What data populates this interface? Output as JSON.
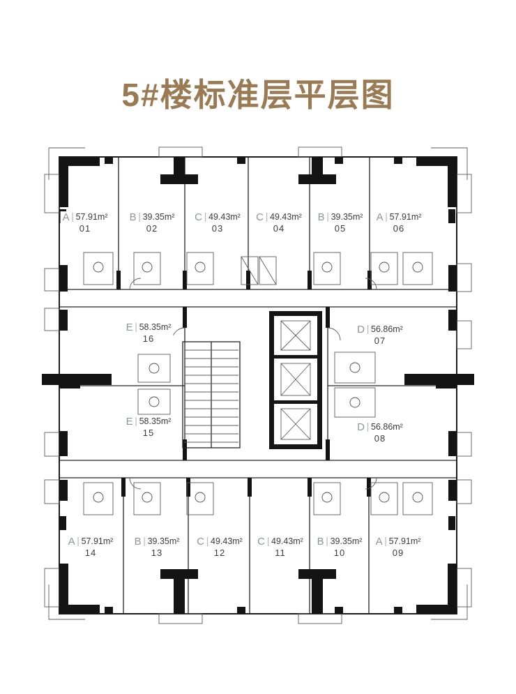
{
  "title": "5#楼标准层平层图",
  "colors": {
    "title": "#9a7a52",
    "wall": "#141414",
    "label_letter": "#8d949b",
    "label_text": "#3b3b3b"
  },
  "units": [
    {
      "no": "01",
      "type": "A",
      "area": "57.91m²"
    },
    {
      "no": "02",
      "type": "B",
      "area": "39.35m²"
    },
    {
      "no": "03",
      "type": "C",
      "area": "49.43m²"
    },
    {
      "no": "04",
      "type": "C",
      "area": "49.43m²"
    },
    {
      "no": "05",
      "type": "B",
      "area": "39.35m²"
    },
    {
      "no": "06",
      "type": "A",
      "area": "57.91m²"
    },
    {
      "no": "07",
      "type": "D",
      "area": "56.86m²"
    },
    {
      "no": "08",
      "type": "D",
      "area": "56.86m²"
    },
    {
      "no": "09",
      "type": "A",
      "area": "57.91m²"
    },
    {
      "no": "10",
      "type": "B",
      "area": "39.35m²"
    },
    {
      "no": "11",
      "type": "C",
      "area": "49.43m²"
    },
    {
      "no": "12",
      "type": "C",
      "area": "49.43m²"
    },
    {
      "no": "13",
      "type": "B",
      "area": "39.35m²"
    },
    {
      "no": "14",
      "type": "A",
      "area": "57.91m²"
    },
    {
      "no": "15",
      "type": "E",
      "area": "58.35m²"
    },
    {
      "no": "16",
      "type": "E",
      "area": "58.35m²"
    }
  ]
}
